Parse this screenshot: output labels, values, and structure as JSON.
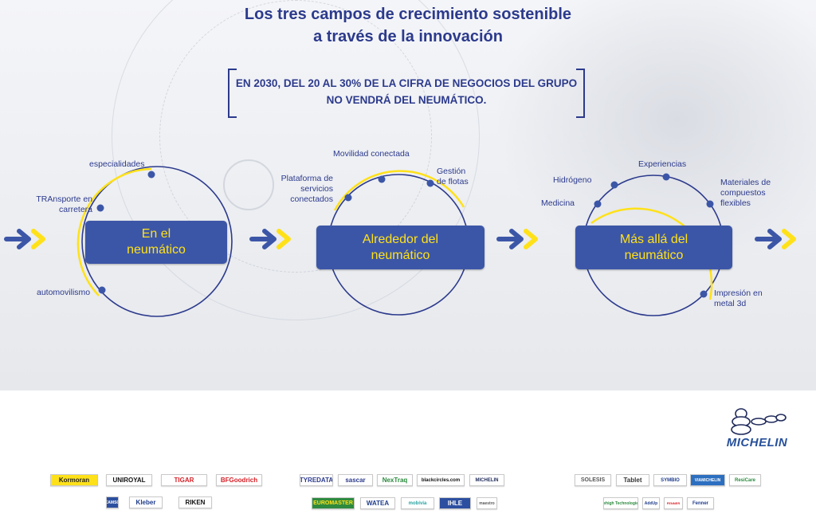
{
  "title": {
    "line1": "Los tres campos de crecimiento sostenible",
    "line2": "a través de la innovación"
  },
  "callout": {
    "line1": "EN 2030, DEL 20 AL 30% DE LA CIFRA DE NEGOCIOS DEL GRUPO",
    "line2": "NO VENDRÁ DEL NEUMÁTICO."
  },
  "colors": {
    "blue": "#3c56a7",
    "navy": "#2c3a8c",
    "yellow": "#ffe11a"
  },
  "fields": [
    {
      "box_line1": "En el",
      "box_line2": "neumático",
      "labels": {
        "especialidades": "especialidades",
        "transporte_1": "TRAnsporte en",
        "transporte_2": "carretera",
        "automovilismo": "automovilismo"
      }
    },
    {
      "box_line1": "Alrededor del",
      "box_line2": "neumático",
      "labels": {
        "movilidad": "Movilidad conectada",
        "plataforma_1": "Plataforma de",
        "plataforma_2": "servicios",
        "plataforma_3": "conectados",
        "gestion_1": "Gestión",
        "gestion_2": "de flotas"
      }
    },
    {
      "box_line1": "Más allá del",
      "box_line2": "neumático",
      "labels": {
        "experiencias": "Experiencias",
        "hidrogeno": "Hidrógeno",
        "medicina": "Medicina",
        "materiales_1": "Materiales de",
        "materiales_2": "compuestos",
        "materiales_3": "flexibles",
        "impresion_1": "Impresión en",
        "impresion_2": "metal 3d"
      }
    }
  ],
  "brand": {
    "name": "MICHELIN"
  },
  "logos": {
    "group1": [
      "Kormoran",
      "UNIROYAL",
      "TIGAR",
      "BFGoodrich",
      "CAMSO",
      "Kleber",
      "RIKEN"
    ],
    "group2": [
      "TYREDATA",
      "sascar",
      "NexTraq",
      "blackcircles.com",
      "MICHELIN",
      "EUROMASTER",
      "WATEA",
      "mobivia",
      "IHLE",
      "maestro"
    ],
    "group3": [
      "SOLESIS",
      "Tablet",
      "SYMBIO",
      "VIAMICHELIN",
      "ResiCare",
      "Lehigh Technologies",
      "AddUp",
      "FENNER",
      "Fenner"
    ]
  }
}
